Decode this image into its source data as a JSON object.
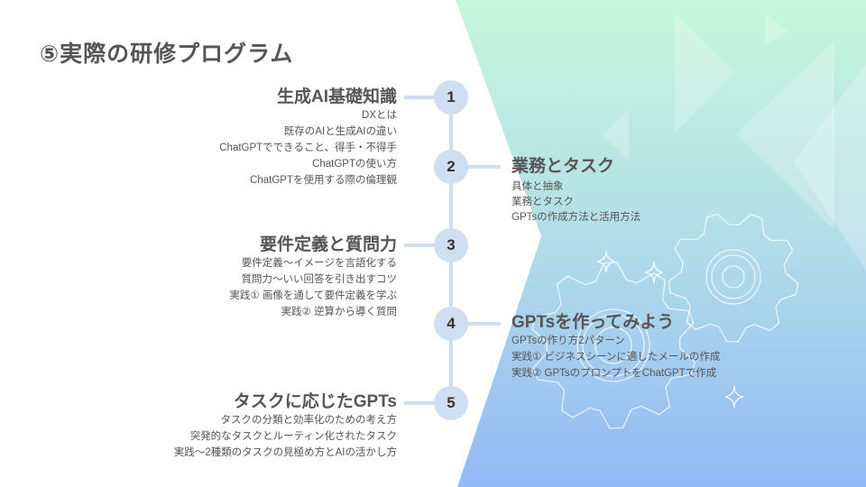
{
  "title": "⑤実際の研修プログラム",
  "colors": {
    "gradient_top": "#c6f7dc",
    "gradient_bottom": "#94b8f6",
    "node": "#cfdef0",
    "text": "#555555"
  },
  "steps": [
    {
      "number": "1",
      "heading": "生成AI基礎知識",
      "items": [
        "DXとは",
        "既存のAIと生成AIの違い",
        "ChatGPTでできること、得手・不得手",
        "ChatGPTの使い方",
        "ChatGPTを使用する際の倫理観"
      ]
    },
    {
      "number": "2",
      "heading": "業務とタスク",
      "items": [
        "具体と抽象",
        "業務とタスク",
        "GPTsの作成方法と活用方法"
      ]
    },
    {
      "number": "3",
      "heading": "要件定義と質問力",
      "items": [
        "要件定義〜イメージを言語化する",
        "質問力〜いい回答を引き出すコツ",
        "実践① 画像を通して要件定義を学ぶ",
        "実践② 逆算から導く質問"
      ]
    },
    {
      "number": "4",
      "heading": "GPTsを作ってみよう",
      "items": [
        "GPTsの作り方2パターン",
        "実践① ビジネスシーンに適したメールの作成",
        "実践② GPTsのプロンプトをChatGPTで作成"
      ]
    },
    {
      "number": "5",
      "heading": "タスクに応じたGPTs",
      "items": [
        "タスクの分類と効率化のための考え方",
        "突発的なタスクとルーティン化されたタスク",
        "実践〜2種類のタスクの見極め方とAIの活かし方"
      ]
    }
  ]
}
